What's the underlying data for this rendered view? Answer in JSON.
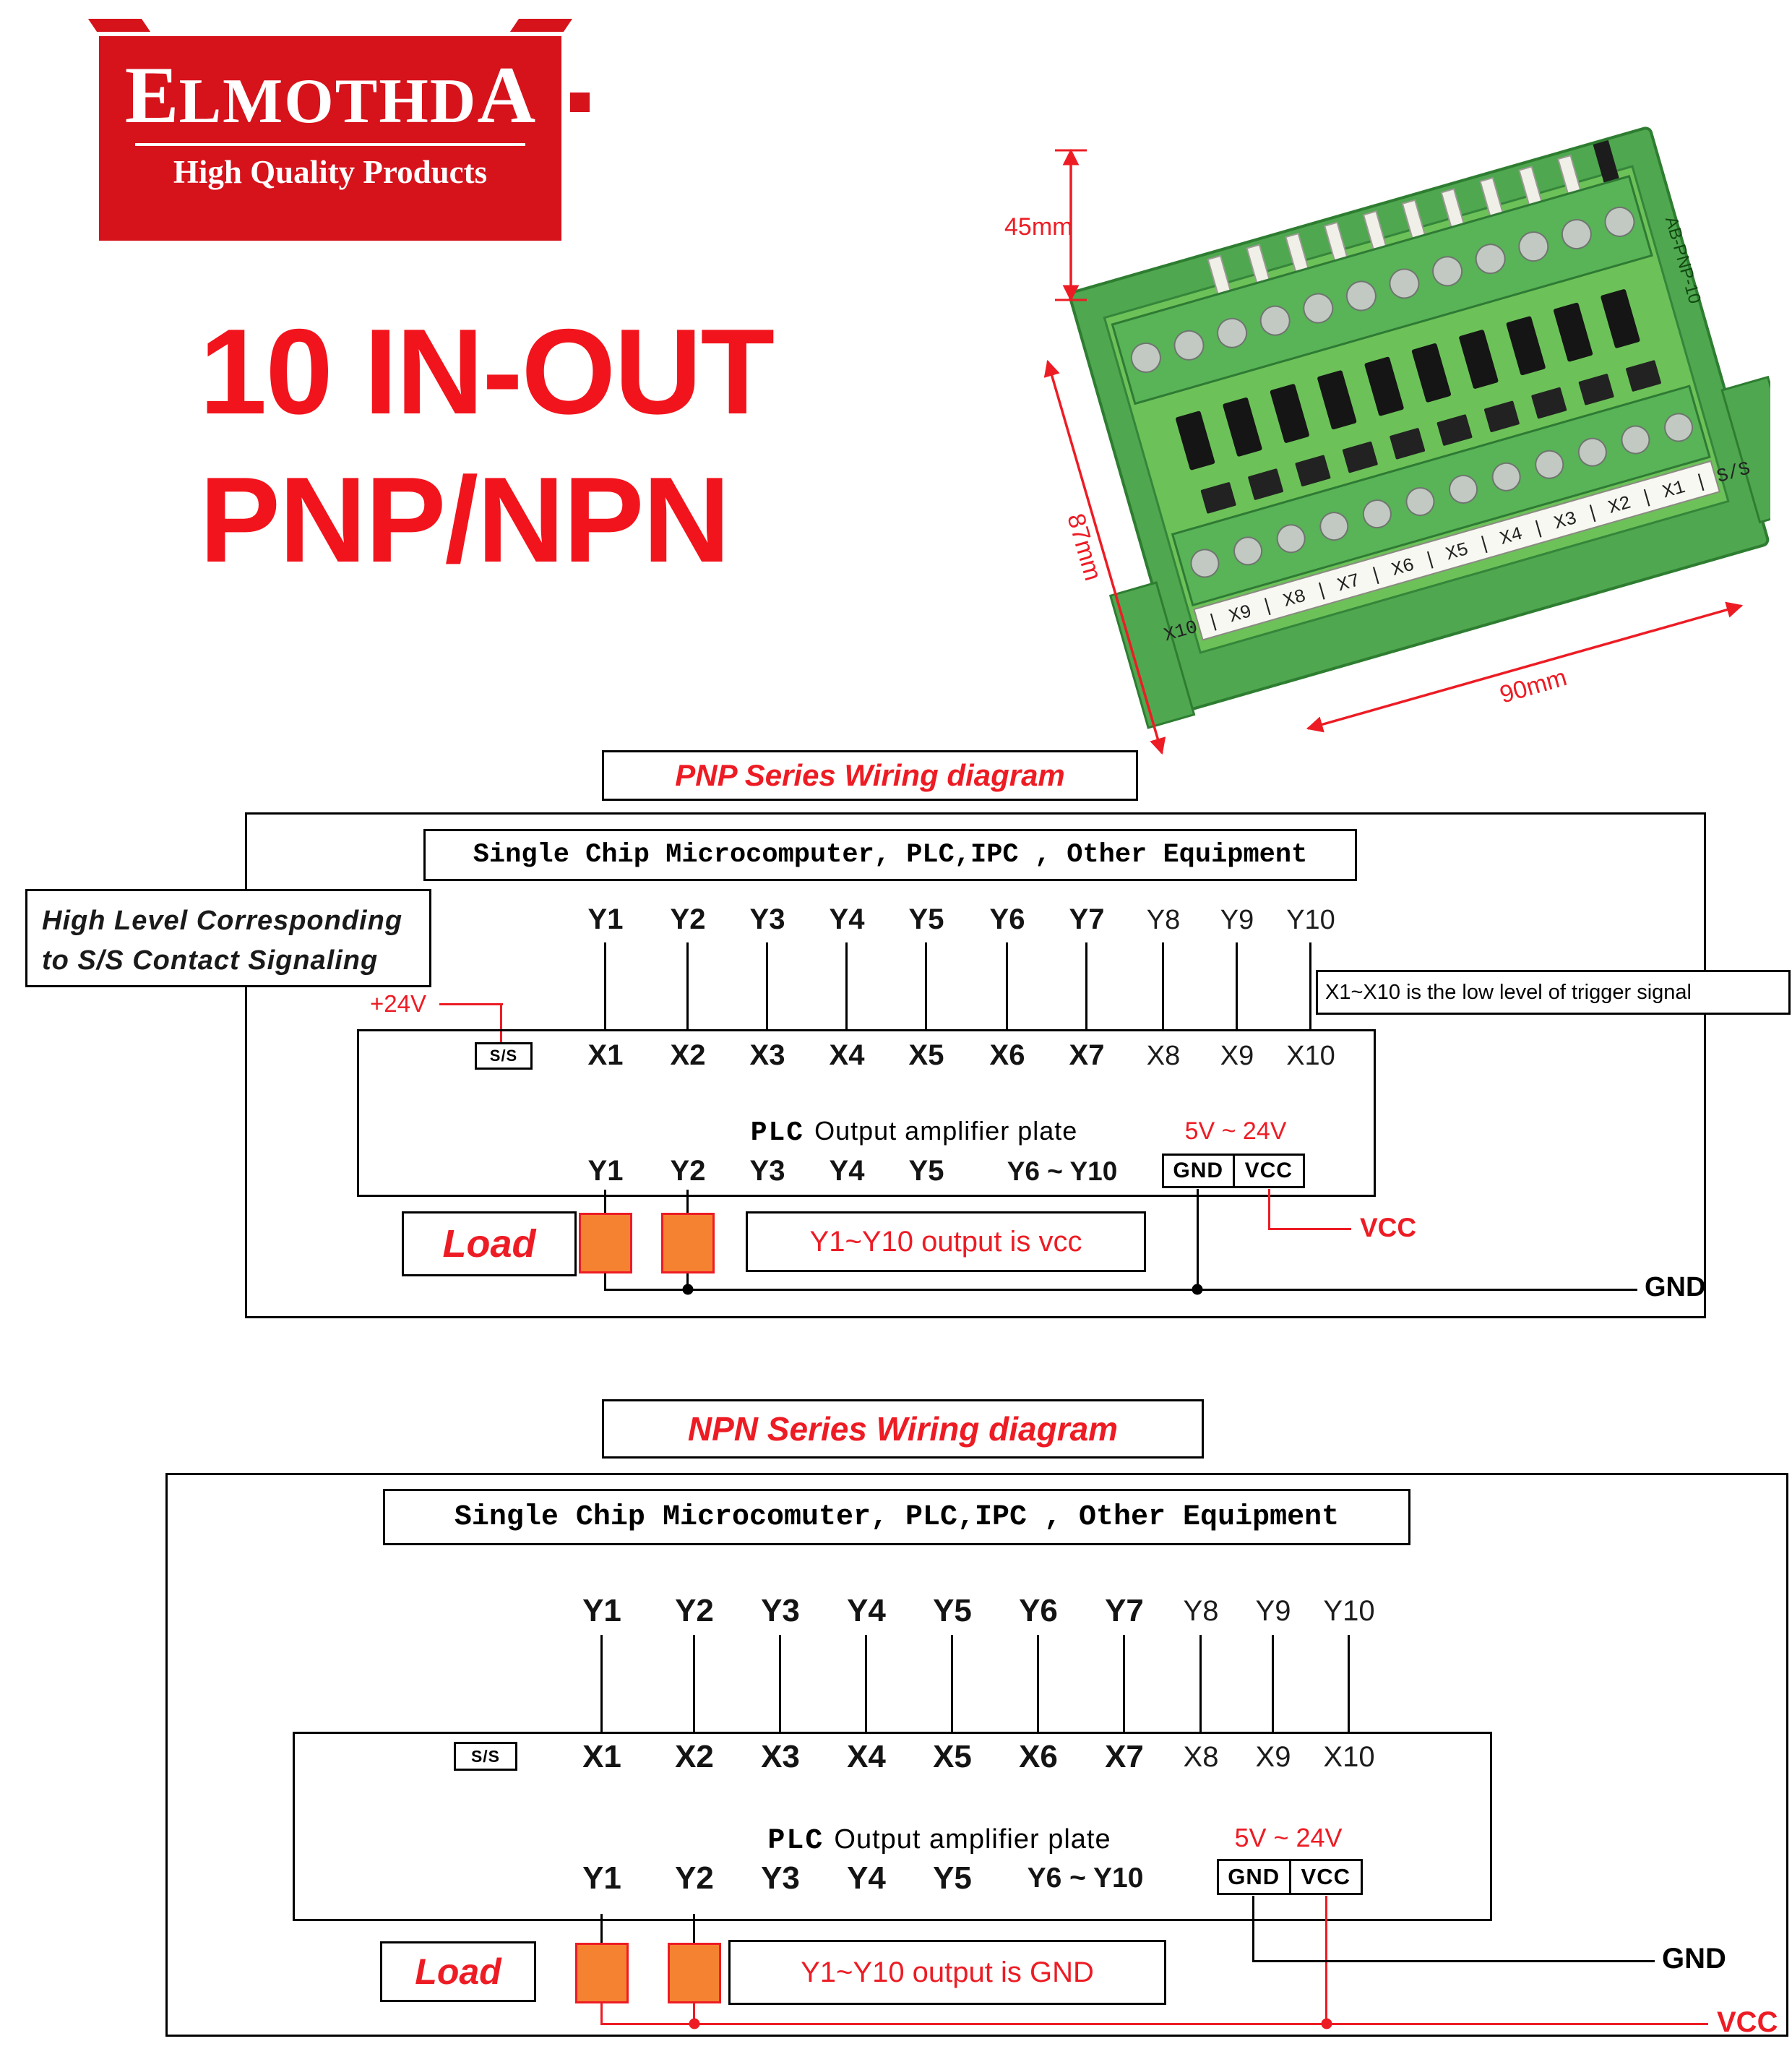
{
  "colors": {
    "brand_red": "#d6121b",
    "accent_red": "#ed1c24",
    "load_orange": "#f58231",
    "board_green": "#58b457",
    "wire_black": "#000000"
  },
  "brand": {
    "first": "E",
    "mid": "LMOTHD",
    "last": "A",
    "name": "ELMOTHDA",
    "tagline": "High Quality Products"
  },
  "title": {
    "line1": "10 IN-OUT",
    "line2": "PNP/NPN"
  },
  "product": {
    "dim_height": "45mm",
    "dim_depth": "87mm",
    "dim_width": "90mm",
    "terminal_labels": "X10 | X9 | X8 | X7 | X6 | X5 | X4 | X3 | X2 | X1 | S/S",
    "model": "AB-PNP-10"
  },
  "pnp": {
    "section_title": "PNP Series Wiring diagram",
    "equipment": "Single Chip Microcomputer, PLC,IPC , Other Equipment",
    "note_left_1": "High Level Corresponding",
    "note_left_2": "to S/S Contact Signaling",
    "note_right": "X1~X10 is the low level of trigger signal",
    "supply": "+24V",
    "ss": "S/S",
    "y_labels": [
      "Y1",
      "Y2",
      "Y3",
      "Y4",
      "Y5",
      "Y6",
      "Y7",
      "Y8",
      "Y9",
      "Y10"
    ],
    "x_labels": [
      "X1",
      "X2",
      "X3",
      "X4",
      "X5",
      "X6",
      "X7",
      "X8",
      "X9",
      "X10"
    ],
    "plate_plc": "PLC",
    "plate_rest": "Output amplifier plate",
    "out_y": [
      "Y1",
      "Y2",
      "Y3",
      "Y4",
      "Y5",
      "Y6 ~ Y10"
    ],
    "voltage": "5V ~ 24V",
    "gnd": "GND",
    "vcc": "VCC",
    "load": "Load",
    "output_note": "Y1~Y10 output is vcc",
    "vcc_label": "VCC",
    "gnd_label": "GND"
  },
  "npn": {
    "section_title": "NPN Series Wiring diagram",
    "equipment": "Single Chip Microcomuter, PLC,IPC , Other Equipment",
    "ss": "S/S",
    "y_labels": [
      "Y1",
      "Y2",
      "Y3",
      "Y4",
      "Y5",
      "Y6",
      "Y7",
      "Y8",
      "Y9",
      "Y10"
    ],
    "x_labels": [
      "X1",
      "X2",
      "X3",
      "X4",
      "X5",
      "X6",
      "X7",
      "X8",
      "X9",
      "X10"
    ],
    "plate_plc": "PLC",
    "plate_rest": "Output amplifier plate",
    "out_y": [
      "Y1",
      "Y2",
      "Y3",
      "Y4",
      "Y5",
      "Y6 ~ Y10"
    ],
    "voltage": "5V ~ 24V",
    "gnd": "GND",
    "vcc": "VCC",
    "load": "Load",
    "output_note": "Y1~Y10 output is GND",
    "gnd_label": "GND",
    "vcc_label": "VCC"
  }
}
